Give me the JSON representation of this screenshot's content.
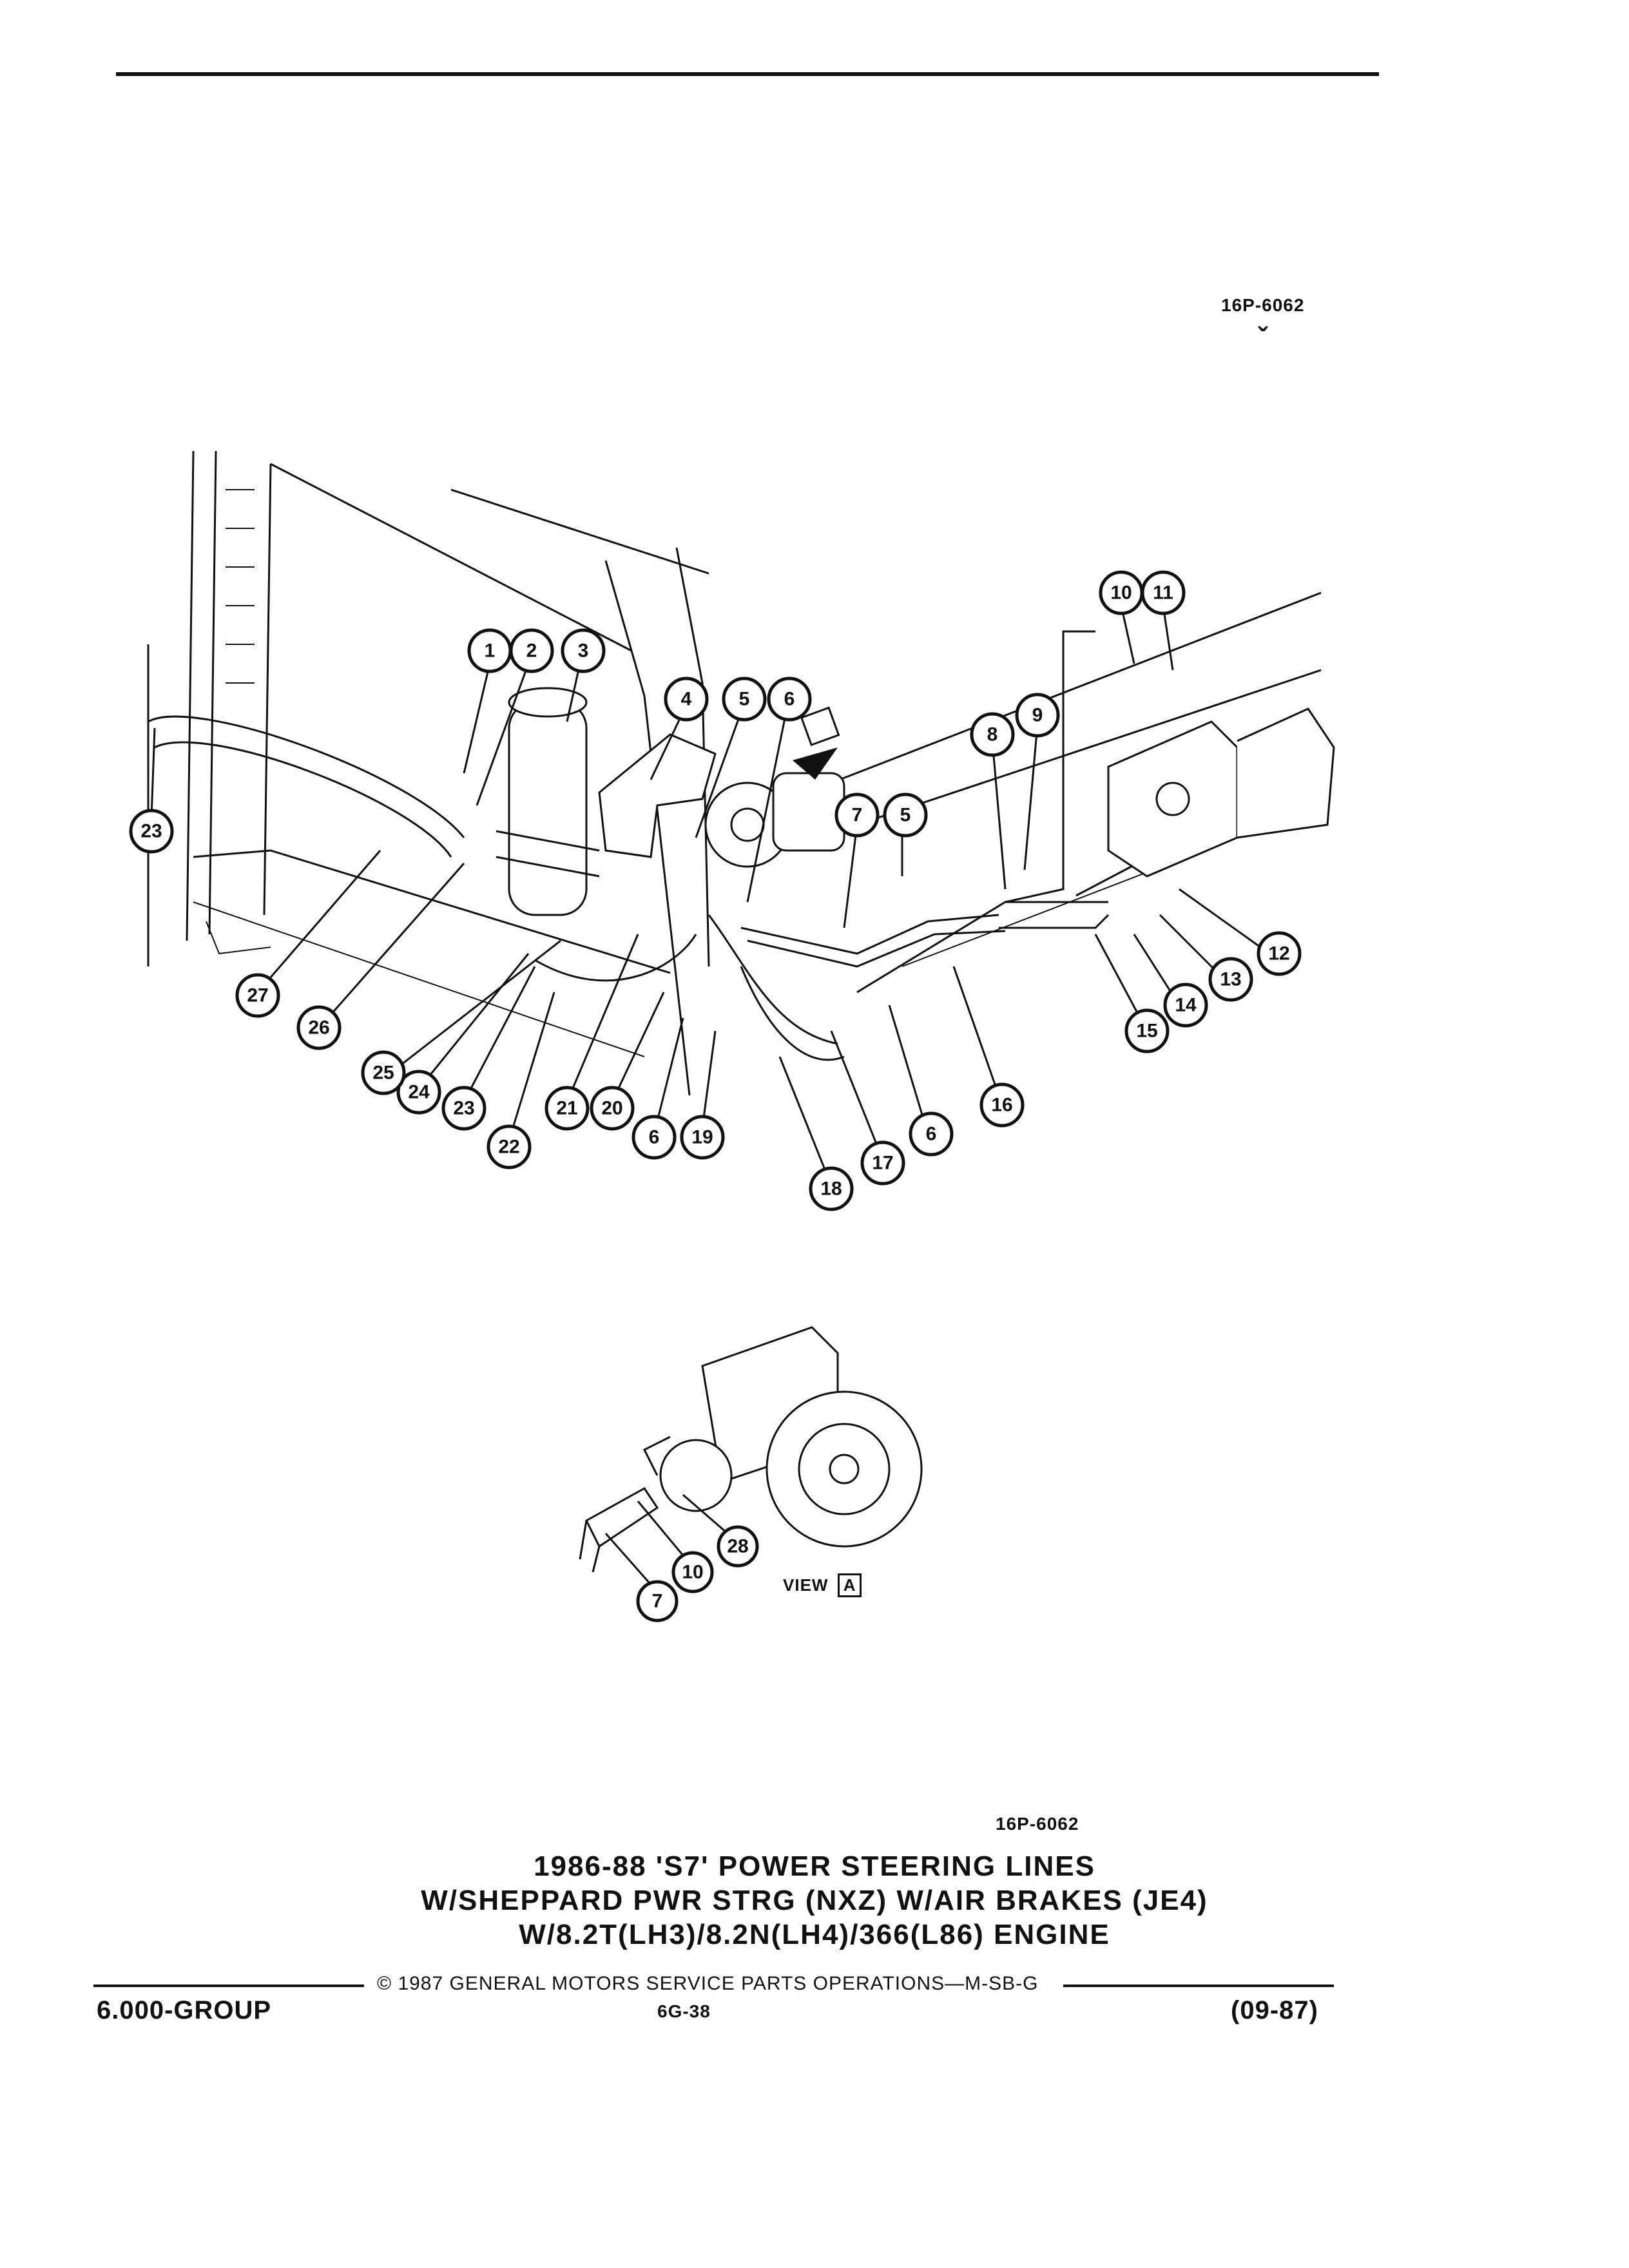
{
  "figure_code_top": "16P-6062",
  "figure_code_bottom": "16P-6062",
  "callouts": [
    "1",
    "2",
    "3",
    "4",
    "5",
    "6",
    "5",
    "7",
    "8",
    "9",
    "10",
    "11",
    "12",
    "13",
    "14",
    "15",
    "16",
    "6",
    "17",
    "18",
    "19",
    "6",
    "20",
    "21",
    "22",
    "23",
    "24",
    "25",
    "26",
    "27",
    "23"
  ],
  "view_callouts": [
    "7",
    "10",
    "28"
  ],
  "view_label": "VIEW",
  "view_letter": "A",
  "title": {
    "line1": "1986-88 'S7' POWER STEERING LINES",
    "line2": "W/SHEPPARD PWR STRG (NXZ) W/AIR BRAKES (JE4)",
    "line3": "W/8.2T(LH3)/8.2N(LH4)/366(L86) ENGINE"
  },
  "footer": {
    "copyright": "© 1987 GENERAL MOTORS SERVICE PARTS OPERATIONS—M-SB-G",
    "group": "6.000-GROUP",
    "page": "6G-38",
    "date": "(09-87)"
  }
}
